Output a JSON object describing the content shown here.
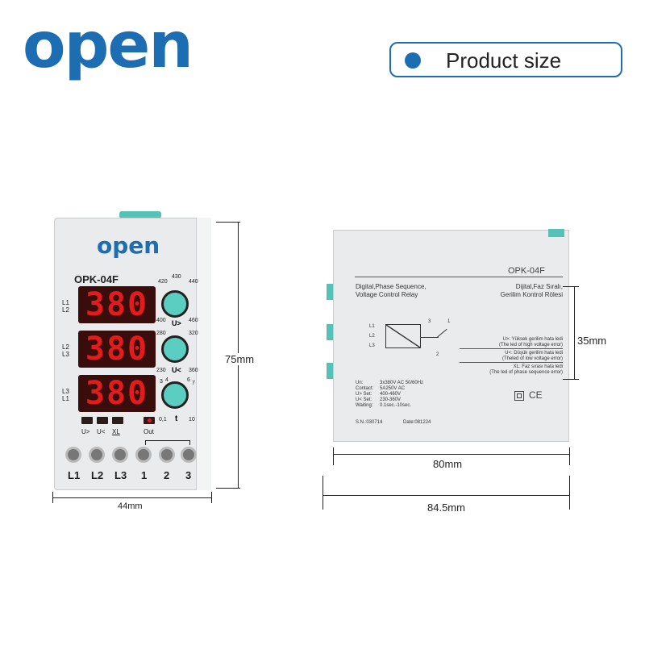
{
  "brand": "open",
  "header": {
    "title": "Product size"
  },
  "front": {
    "brand": "open",
    "model": "OPK-04F",
    "displays": [
      {
        "value": "380",
        "phases": [
          "L1",
          "L2"
        ]
      },
      {
        "value": "380",
        "phases": [
          "L2",
          "L3"
        ]
      },
      {
        "value": "380",
        "phases": [
          "L3",
          "L1"
        ]
      }
    ],
    "knobs": [
      {
        "label": "U>",
        "scale": [
          "420",
          "430",
          "440",
          "400",
          "460"
        ]
      },
      {
        "label": "U<",
        "scale": [
          "280",
          "320",
          "230",
          "360"
        ]
      },
      {
        "label": "t",
        "scale": [
          "3",
          "4",
          "6",
          "7",
          "0,1",
          "10"
        ]
      }
    ],
    "leds": [
      "U>",
      "U<",
      "ΧL",
      "Out"
    ],
    "terminals": [
      "L1",
      "L2",
      "L3",
      "1",
      "2",
      "3"
    ]
  },
  "side": {
    "model": "OPK-04F",
    "title_en": [
      "Digital,Phase Sequence,",
      "Voltage Control Relay"
    ],
    "title_tr": [
      "Dijital,Faz Sıralı,",
      "Gerilim Kontrol Rölesi"
    ],
    "diagram_labels": [
      "L1",
      "L2",
      "L3",
      "3",
      "1",
      "2"
    ],
    "legend": [
      "U>: Yüksek gerilim hata ledi",
      "(The led of high voltage error)",
      "U<: Düşük gerilim hata ledi",
      "(Theled of low voltage error)",
      "ΧL: Faz sırası hata ledi",
      "(The led of phase sequence error)"
    ],
    "specs": [
      [
        "Un:",
        "3x380V AC 50/60Hz"
      ],
      [
        "Contact:",
        "5A250V AC"
      ],
      [
        "U> Set:",
        "400-460V"
      ],
      [
        "U< Set:",
        "230-360V"
      ],
      [
        "Waiting:",
        "0.1sec.-10sec."
      ]
    ],
    "serial": "S.N.:030714",
    "date": "Date:081224",
    "marks": "CE"
  },
  "dimensions": {
    "height": "75mm",
    "width": "44mm",
    "depth": "80mm",
    "depth_total": "84.5mm",
    "rail": "35mm"
  }
}
